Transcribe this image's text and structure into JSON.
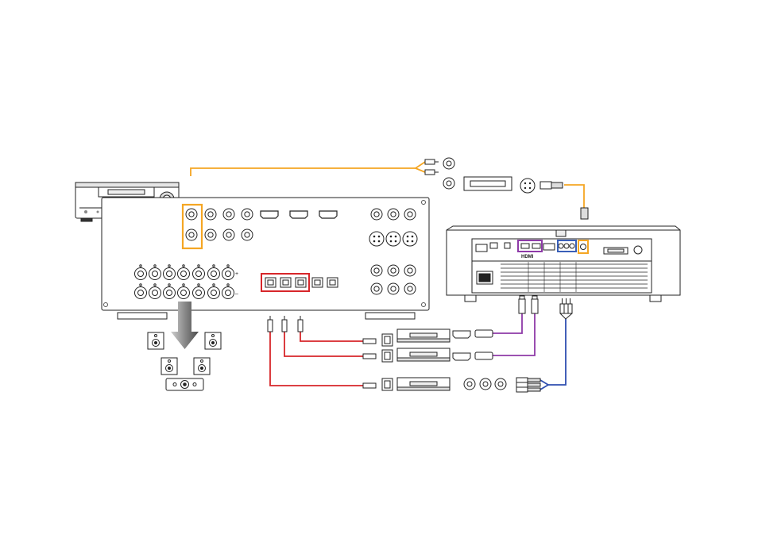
{
  "diagram": {
    "projector_panel": {
      "hdmi_logo": "HDMI"
    },
    "colors": {
      "composite_video_cable": "#f5a623",
      "svideo_cable": "#f5a623",
      "optical_audio_cable": "#d7262a",
      "hdmi_cable": "#8e3aa8",
      "component_cable": "#2f4fb0",
      "hdmi_highlight": "#8e3aa8",
      "component_highlight": "#3a5fb8",
      "video_in_highlight": "#f5a623",
      "optical_in_highlight": "#d7262a"
    },
    "devices": [
      "av-receiver",
      "receiver-rear-panel",
      "speaker-set",
      "projector",
      "source-device-1",
      "source-device-2",
      "source-device-3",
      "svideo-source"
    ],
    "icons": [
      "down-arrow-icon",
      "speaker-icon",
      "rca-plug-icon",
      "hdmi-plug-icon",
      "optical-plug-icon",
      "svideo-plug-icon"
    ]
  }
}
